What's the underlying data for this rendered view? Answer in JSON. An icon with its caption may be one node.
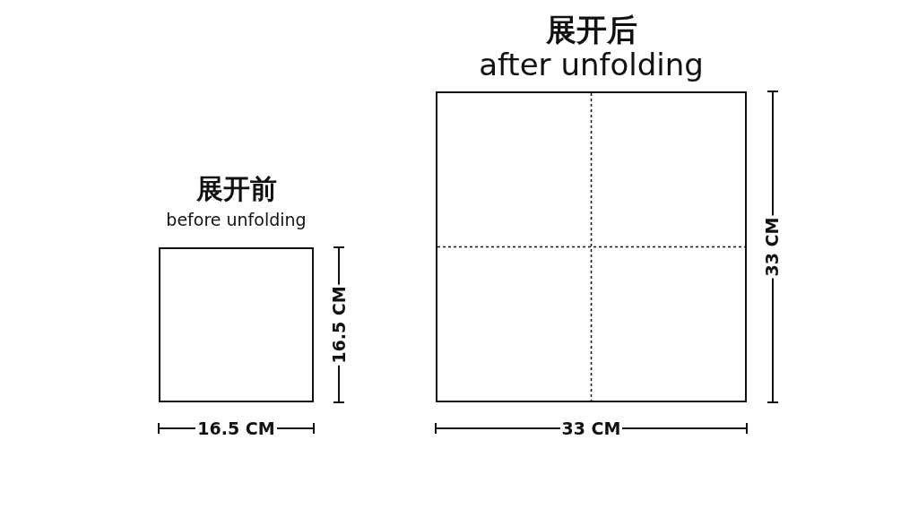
{
  "diagram": {
    "nodes": [
      {
        "text": [
          "展开前",
          "before unfolding"
        ]
      },
      {
        "text": [
          "展开后",
          "after unfolding"
        ]
      }
    ],
    "labels": [
      "16.5 CM",
      "16.5 CM",
      "33 CM",
      "33 CM"
    ]
  }
}
